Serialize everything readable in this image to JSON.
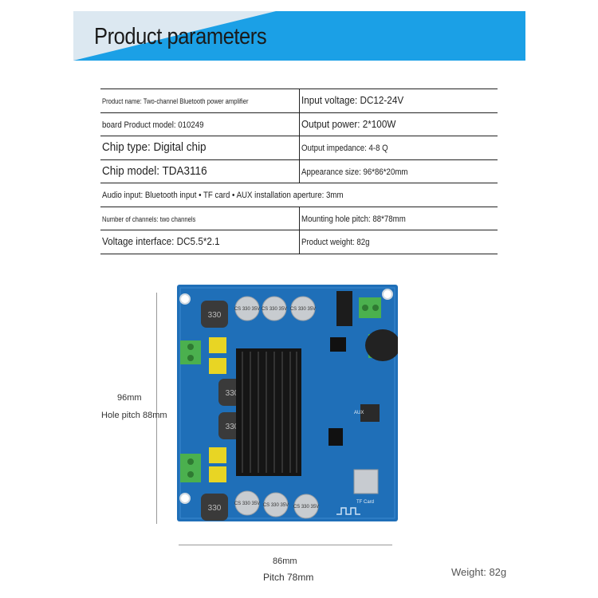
{
  "header": {
    "title": "Product parameters"
  },
  "params": {
    "rows": [
      {
        "left": "Product name: Two-channel Bluetooth power amplifier",
        "right": "Input voltage: DC12-24V"
      },
      {
        "left": "board Product model: 010249",
        "right": "Output power: 2*100W"
      },
      {
        "left": "Chip type: Digital chip",
        "right": "Output impedance: 4-8 Q"
      },
      {
        "left": "Chip model: TDA3116",
        "right": "Appearance size: 96*86*20mm"
      },
      {
        "full": "Audio input: Bluetooth input • TF card • AUX installation aperture: 3mm"
      },
      {
        "left": "Number of channels: two channels",
        "right": "Mounting hole pitch: 88*78mm"
      },
      {
        "left": "Voltage interface: DC5.5*2.1",
        "right": "Product weight: 82g"
      }
    ]
  },
  "board": {
    "capacitor_label": "CS 330 35V",
    "inductor_label": "330",
    "aux_label": "AUX",
    "tf_label": "TF Card",
    "colors": {
      "pcb": "#1f6fb8",
      "heatsink": "#151515",
      "terminal": "#4bb04e",
      "jumper": "#e8d524"
    }
  },
  "dimensions": {
    "height": "96mm",
    "hole_pitch_v": "Hole pitch 88mm",
    "width": "86mm",
    "pitch_h": "Pitch 78mm",
    "weight": "Weight: 82g"
  }
}
